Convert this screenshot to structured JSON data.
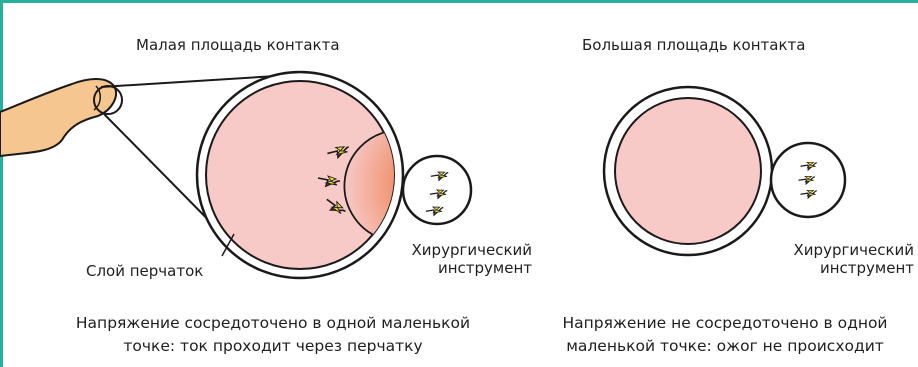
{
  "diagram": {
    "left_panel": {
      "title": "Малая площадь контакта",
      "glove_label": "Слой перчаток",
      "instrument_label_line1": "Хирургический",
      "instrument_label_line2": "инструмент",
      "caption_line1": "Напряжение сосредоточено в одной маленькой",
      "caption_line2": "точке: ток проходит через перчатку"
    },
    "right_panel": {
      "title": "Большая площадь контакта",
      "instrument_label_line1": "Хирургический",
      "instrument_label_line2": "инструмент",
      "caption_line1": "Напряжение не сосредоточено в одной",
      "caption_line2": "маленькой точке: ожог не происходит"
    },
    "colors": {
      "frame_border": "#27b09a",
      "skin_fill": "#f7c9c7",
      "hot_spot": "#e8623b",
      "spark": "#f2e21a",
      "outline": "#1a1a1a"
    },
    "icons": [
      "finger-icon",
      "lightning-spark-icon"
    ]
  }
}
